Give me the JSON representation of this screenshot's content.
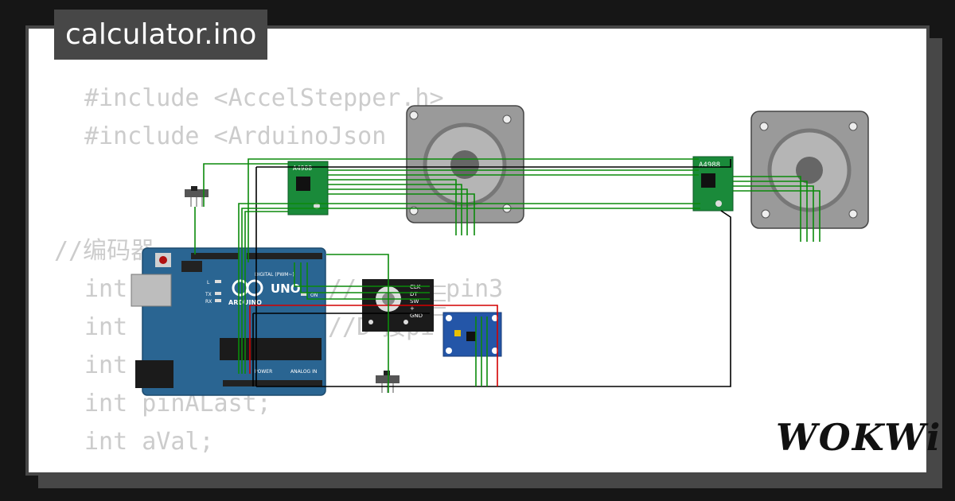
{
  "window": {
    "title": "calculator.ino"
  },
  "brand": {
    "logo": "WOKWi"
  },
  "code_lines": [
    "#include <AccelStepper.h>",
    "#include <ArduinoJson",
    "//编码器",
    "int",
    "int",
    "int",
    "int pinALast;",
    "int aVal;"
  ],
  "code_comments": [
    "//",
    "pin3",
    "//D",
    "接pi"
  ],
  "arduino": {
    "model": "UNO",
    "brand": "ARDUINO",
    "digital_label": "DIGITAL (PWM~)",
    "power_label": "POWER",
    "analog_label": "ANALOG IN",
    "on_label": "ON",
    "tx": "TX",
    "rx": "RX",
    "l": "L"
  },
  "encoder": {
    "pins": [
      "CLK",
      "DT",
      "SW",
      "+",
      "GND"
    ]
  },
  "drivers": [
    {
      "label": "A4988"
    },
    {
      "label": "A4988"
    }
  ],
  "colors": {
    "board": "#2a6592",
    "wire_green": "#0b8a0b",
    "wire_black": "#000000",
    "wire_red": "#d40000",
    "driver": "#1a8a3a",
    "module": "#2456a8"
  }
}
